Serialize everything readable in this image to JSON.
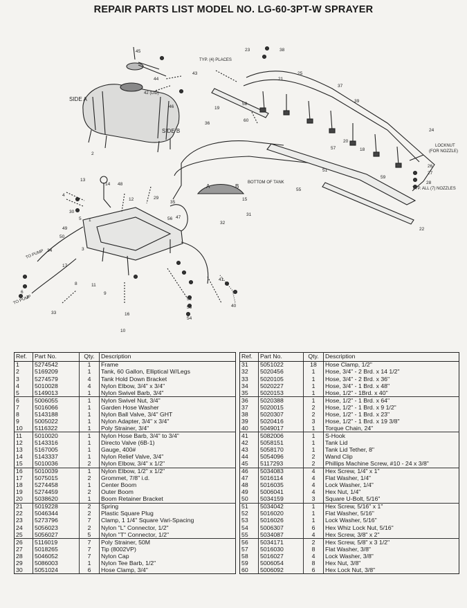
{
  "title": "REPAIR PARTS LIST MODEL NO. LG-60-3PT-W SPRAYER",
  "diagram": {
    "labels": {
      "side_a": "SIDE A",
      "side_b": "SIDE B",
      "typ_places": "TYP. (4) PLACES",
      "bottom_of_tank": "BOTTOM OF TANK",
      "lid": "42 (LID)",
      "locknut1": "LOCKNUT",
      "locknut2": "(FOR NOZZLE)",
      "typ_nozzles": "TYP. ALL (7) NOZZLES",
      "to_pump_1": "TO PUMP",
      "to_pump_2": "TO PUMP",
      "valve_a": "A",
      "valve_b": "B"
    },
    "callouts": [
      "1",
      "2",
      "3",
      "4",
      "5",
      "6",
      "7",
      "8",
      "9",
      "10",
      "11",
      "12",
      "13",
      "14",
      "15",
      "16",
      "17",
      "18",
      "19",
      "20",
      "21",
      "22",
      "23",
      "24",
      "25",
      "26",
      "27",
      "28",
      "29",
      "30",
      "31",
      "32",
      "33",
      "34",
      "35",
      "36",
      "37",
      "38",
      "39",
      "40",
      "41",
      "43",
      "44",
      "45",
      "46",
      "47",
      "48",
      "49",
      "50",
      "51",
      "52",
      "53",
      "54",
      "55",
      "56",
      "57",
      "58",
      "59",
      "60"
    ]
  },
  "table": {
    "headers": {
      "ref": "Ref.",
      "part": "Part No.",
      "qty": "Qty.",
      "desc": "Description"
    },
    "left": [
      [
        "1",
        "5274542",
        "1",
        "Frame"
      ],
      [
        "2",
        "5169209",
        "1",
        "Tank, 60 Gallon, Elliptical W/Legs"
      ],
      [
        "3",
        "5274579",
        "4",
        "Tank Hold Down Bracket"
      ],
      [
        "4",
        "5010028",
        "4",
        "Nylon Elbow, 3/4\" x 3/4\""
      ],
      [
        "5",
        "5149013",
        "1",
        "Nylon Swivel Barb, 3/4\""
      ],
      [
        "6",
        "5006055",
        "1",
        "Nylon Swivel Nut, 3/4\""
      ],
      [
        "7",
        "5016066",
        "1",
        "Garden Hose Washer"
      ],
      [
        "8",
        "5143188",
        "1",
        "Nylon Ball Valve, 3/4\" GHT"
      ],
      [
        "9",
        "5005022",
        "1",
        "Nylon Adapter, 3/4\" x 3/4\""
      ],
      [
        "10",
        "5116322",
        "1",
        "Poly Strainer, 3/4\""
      ],
      [
        "11",
        "5010020",
        "1",
        "Nylon Hose Barb, 3/4\" to 3/4\""
      ],
      [
        "12",
        "5143316",
        "1",
        "Directo Valve (6B-1)"
      ],
      [
        "13",
        "5167005",
        "1",
        "Gauge, 400#"
      ],
      [
        "14",
        "5143337",
        "1",
        "Nylon Relief Valve, 3/4\""
      ],
      [
        "15",
        "5010036",
        "2",
        "Nylon Elbow, 3/4\" x 1/2\""
      ],
      [
        "16",
        "5010039",
        "1",
        "Nylon Elbow, 1/2\" x 1/2\""
      ],
      [
        "17",
        "5075015",
        "2",
        "Grommet, 7/8\" i.d."
      ],
      [
        "18",
        "5274458",
        "1",
        "Center Boom"
      ],
      [
        "19",
        "5274459",
        "2",
        "Outer Boom"
      ],
      [
        "20",
        "5038620",
        "1",
        "Boom Retainer Bracket"
      ],
      [
        "21",
        "5019228",
        "2",
        "Spring"
      ],
      [
        "22",
        "5046344",
        "2",
        "Plastic Square Plug"
      ],
      [
        "23",
        "5273796",
        "7",
        "Clamp, 1 1/4\" Square Vari-Spacing"
      ],
      [
        "24",
        "5056023",
        "2",
        "Nylon \"L\" Connector, 1/2\""
      ],
      [
        "25",
        "5056027",
        "5",
        "Nylon \"T\" Connector, 1/2\""
      ],
      [
        "26",
        "5116019",
        "7",
        "Poly Strainer, 50M"
      ],
      [
        "27",
        "5018265",
        "7",
        "Tip (8002VP)"
      ],
      [
        "28",
        "5046052",
        "7",
        "Nylon Cap"
      ],
      [
        "29",
        "5086003",
        "1",
        "Nylon Tee Barb, 1/2\""
      ],
      [
        "30",
        "5051024",
        "6",
        "Hose Clamp, 3/4\""
      ]
    ],
    "right": [
      [
        "31",
        "5051022",
        "18",
        "Hose Clamp, 1/2\""
      ],
      [
        "32",
        "5020456",
        "1",
        "Hose, 3/4\" - 2 Brd. x 14 1/2\""
      ],
      [
        "33",
        "5020105",
        "1",
        "Hose, 3/4\" - 2 Brd. x 36\""
      ],
      [
        "34",
        "5020227",
        "1",
        "Hose, 3/4\" - 1 Brd. x 48\""
      ],
      [
        "35",
        "5020153",
        "1",
        "Hose, 1/2\" - 1Brd. x 40\""
      ],
      [
        "36",
        "5020388",
        "1",
        "Hose, 1/2\" - 1 Brd. x 64\""
      ],
      [
        "37",
        "5020015",
        "2",
        "Hose, 1/2\" - 1 Brd. x 9 1/2\""
      ],
      [
        "38",
        "5020307",
        "2",
        "Hose, 1/2\" - 1 Brd. x 23\""
      ],
      [
        "39",
        "5020416",
        "3",
        "Hose, 1/2\" - 1 Brd. x 19 3/8\""
      ],
      [
        "40",
        "5049017",
        "1",
        "Torque Chain, 24\""
      ],
      [
        "41",
        "5082006",
        "1",
        "S-Hook"
      ],
      [
        "42",
        "5058151",
        "1",
        "Tank Lid"
      ],
      [
        "43",
        "5058170",
        "1",
        "Tank Lid Tether, 8\""
      ],
      [
        "44",
        "5054096",
        "2",
        "Wand Clip"
      ],
      [
        "45",
        "5117293",
        "2",
        "Phillips Machine Screw, #10 - 24 x 3/8\""
      ],
      [
        "46",
        "5034083",
        "4",
        "Hex Screw, 1/4\" x 1\""
      ],
      [
        "47",
        "5016114",
        "4",
        "Flat Washer, 1/4\""
      ],
      [
        "48",
        "5016035",
        "4",
        "Lock Washer, 1/4\""
      ],
      [
        "49",
        "5006041",
        "4",
        "Hex Nut, 1/4\""
      ],
      [
        "50",
        "5034159",
        "3",
        "Square U-Bolt, 5/16\""
      ],
      [
        "51",
        "5034042",
        "1",
        "Hex Screw, 5/16\" x 1\""
      ],
      [
        "52",
        "5016020",
        "1",
        "Flat Washer, 5/16\""
      ],
      [
        "53",
        "5016026",
        "1",
        "Lock Washer, 5/16\""
      ],
      [
        "54",
        "5006307",
        "6",
        "Hex Whiz Lock Nut, 5/16\""
      ],
      [
        "55",
        "5034087",
        "4",
        "Hex Screw, 3/8\" x 2\""
      ],
      [
        "56",
        "5034171",
        "2",
        "Hex Screw, 5/8\" x 3 1/2\""
      ],
      [
        "57",
        "5016030",
        "8",
        "Flat Washer, 3/8\""
      ],
      [
        "58",
        "5016027",
        "4",
        "Lock Washer, 3/8\""
      ],
      [
        "59",
        "5006054",
        "8",
        "Hex Nut, 3/8\""
      ],
      [
        "60",
        "5006092",
        "6",
        "Hex Lock Nut, 3/8\""
      ]
    ]
  }
}
